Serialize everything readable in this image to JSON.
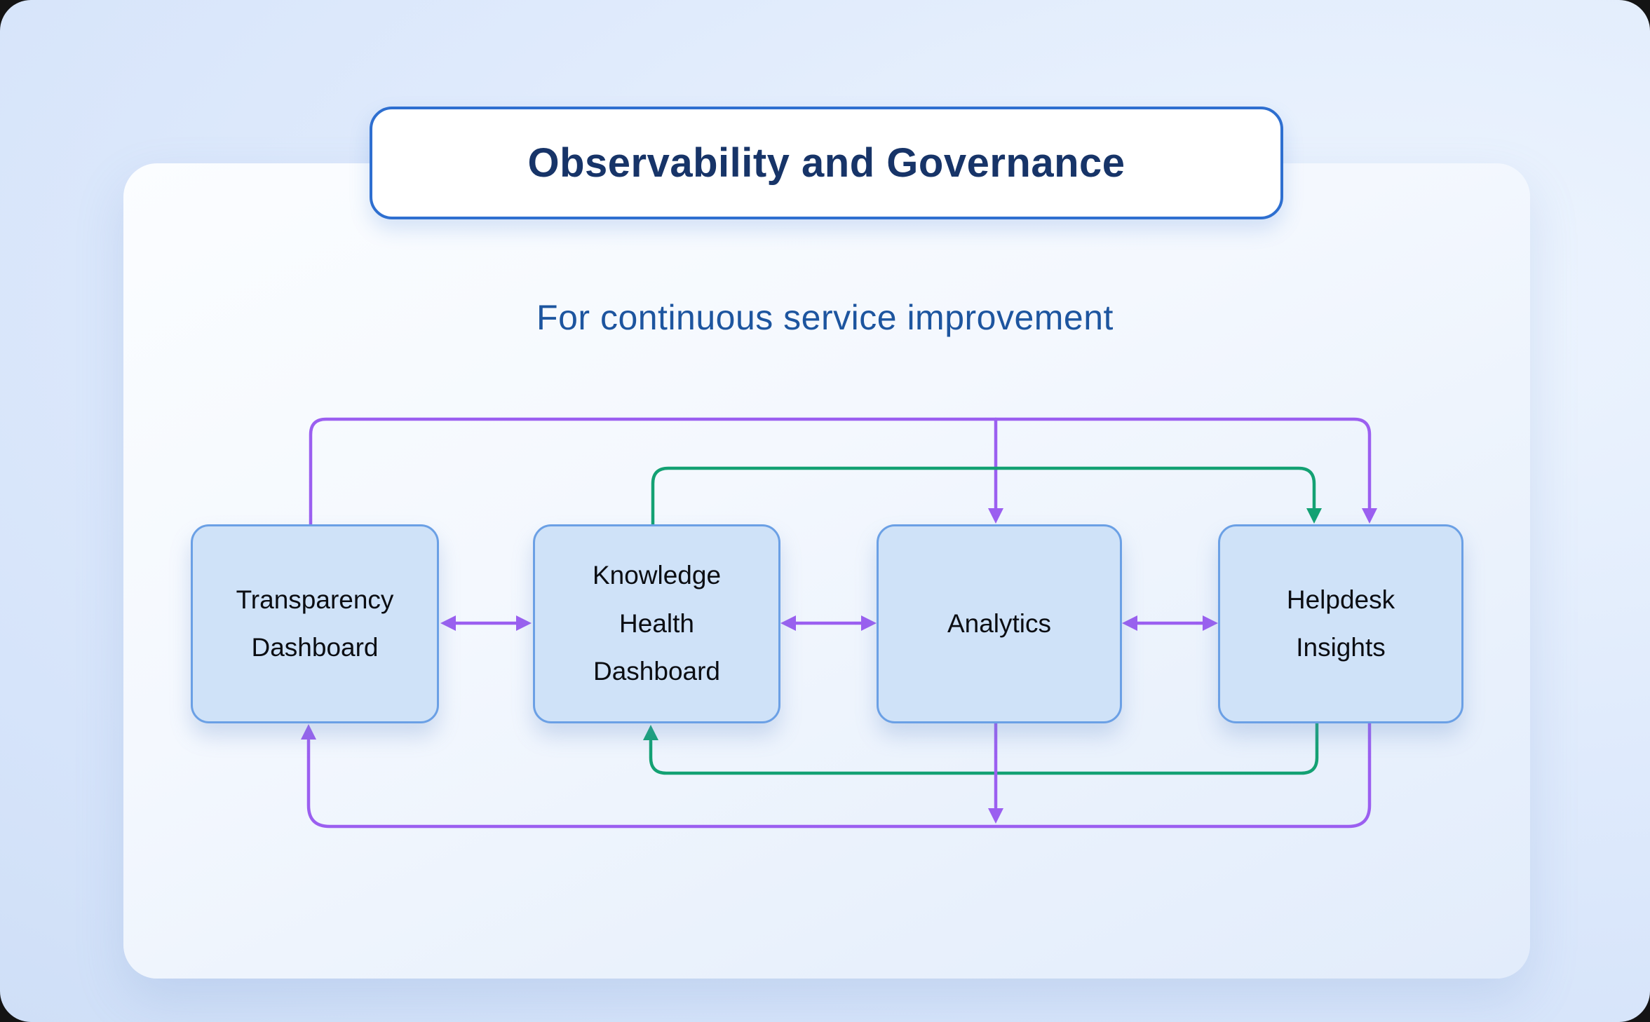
{
  "title": {
    "text": "Observability and Governance"
  },
  "subtitle": {
    "text": "For continuous service improvement"
  },
  "diagram": {
    "nodes": [
      {
        "id": "transparency-dashboard",
        "label": "Transparency\nDashboard"
      },
      {
        "id": "knowledge-health-dashboard",
        "label": "Knowledge\nHealth\nDashboard"
      },
      {
        "id": "analytics",
        "label": "Analytics"
      },
      {
        "id": "helpdesk-insights",
        "label": "Helpdesk\nInsights"
      }
    ],
    "edges": [
      {
        "id": "transparency-top-route",
        "color": "purple",
        "route": "top",
        "from": "transparency-dashboard",
        "to": [
          "analytics",
          "helpdesk-insights"
        ],
        "style": "arrow-into-targets"
      },
      {
        "id": "knowledge-top-route",
        "color": "green",
        "route": "top",
        "from": "knowledge-health-dashboard",
        "to": [
          "helpdesk-insights"
        ],
        "style": "arrow-into-targets"
      },
      {
        "id": "helpdesk-bottom-green-route",
        "color": "green",
        "route": "bottom",
        "from": "helpdesk-insights",
        "to": [
          "knowledge-health-dashboard"
        ],
        "style": "arrow-into-targets"
      },
      {
        "id": "helpdesk-bottom-purple-route",
        "color": "purple",
        "route": "bottom",
        "from": "helpdesk-insights",
        "to": [
          "transparency-dashboard"
        ],
        "style": "arrow-into-targets"
      },
      {
        "id": "analytics-down-to-bottom-route",
        "color": "purple",
        "route": "bottom",
        "from": "analytics",
        "to": [
          "helpdesk-bottom-purple-route"
        ],
        "style": "arrow-into-line"
      },
      {
        "id": "transparency-knowledge-link",
        "color": "purple",
        "route": "middle",
        "between": [
          "transparency-dashboard",
          "knowledge-health-dashboard"
        ],
        "style": "double-headed"
      },
      {
        "id": "knowledge-analytics-link",
        "color": "purple",
        "route": "middle",
        "between": [
          "knowledge-health-dashboard",
          "analytics"
        ],
        "style": "double-headed"
      },
      {
        "id": "analytics-helpdesk-link",
        "color": "purple",
        "route": "middle",
        "between": [
          "analytics",
          "helpdesk-insights"
        ],
        "style": "double-headed"
      }
    ]
  },
  "colors": {
    "purple": "#9b5ff0",
    "green": "#13a173",
    "node_fill": "#cfe2f8",
    "node_border": "#6ba0e5",
    "title_text": "#173468",
    "subtitle_text": "#1d559f",
    "title_border": "#2e6fd0",
    "node_text": "#0b0d12"
  }
}
